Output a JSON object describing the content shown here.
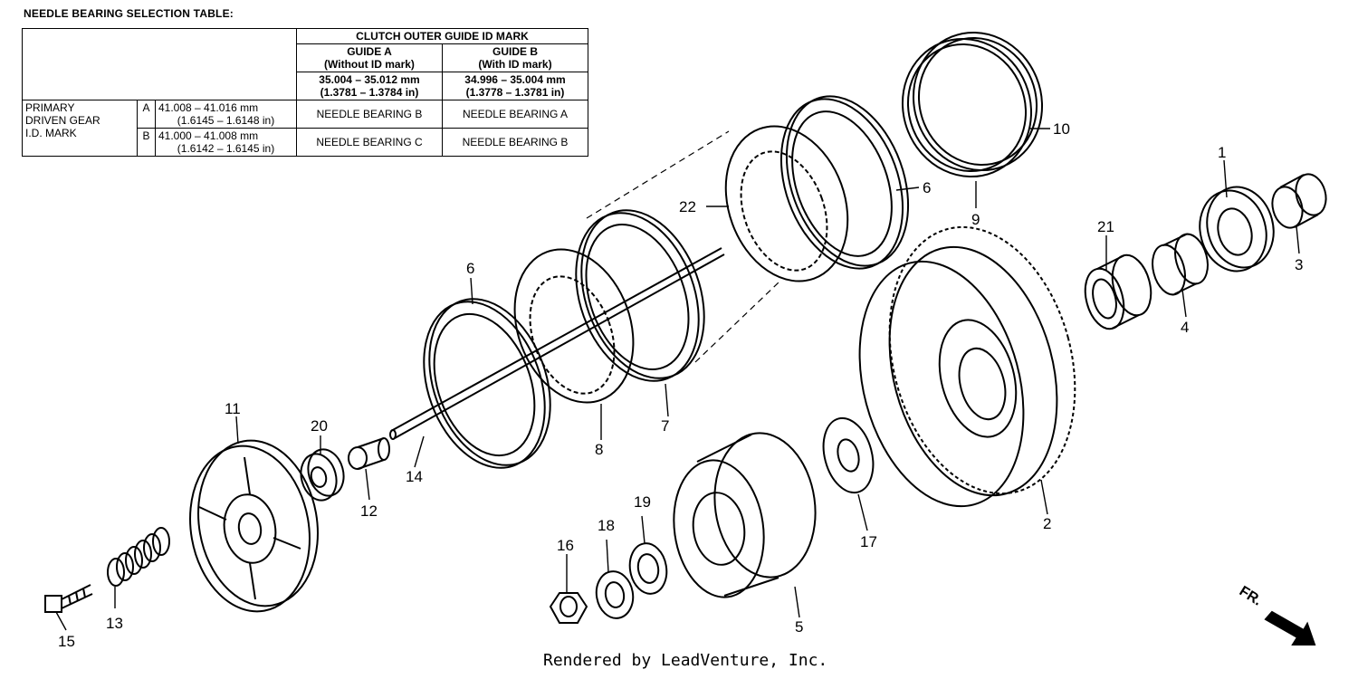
{
  "table": {
    "title": "NEEDLE BEARING SELECTION TABLE:",
    "header_main": "CLUTCH OUTER GUIDE ID MARK",
    "guide_a": {
      "name": "GUIDE A",
      "mark": "(Without ID mark)",
      "range_mm": "35.004 – 35.012 mm",
      "range_in": "(1.3781 – 1.3784 in)"
    },
    "guide_b": {
      "name": "GUIDE B",
      "mark": "(With ID mark)",
      "range_mm": "34.996 – 35.004 mm",
      "range_in": "(1.3778 – 1.3781 in)"
    },
    "row_label": [
      "PRIMARY",
      "DRIVEN GEAR",
      "I.D. MARK"
    ],
    "rows": [
      {
        "mark": "A",
        "range_mm": "41.008 – 41.016 mm",
        "range_in": "(1.6145 – 1.6148 in)",
        "guide_a": "NEEDLE BEARING B",
        "guide_b": "NEEDLE BEARING A"
      },
      {
        "mark": "B",
        "range_mm": "41.000 – 41.008 mm",
        "range_in": "(1.6142 – 1.6145 in)",
        "guide_a": "NEEDLE BEARING C",
        "guide_b": "NEEDLE BEARING B"
      }
    ]
  },
  "callouts": [
    "1",
    "2",
    "3",
    "4",
    "5",
    "6",
    "6",
    "7",
    "8",
    "9",
    "10",
    "11",
    "12",
    "13",
    "14",
    "15",
    "16",
    "17",
    "18",
    "19",
    "20",
    "21",
    "22"
  ],
  "direction_label": "FR.",
  "footer": "Rendered by LeadVenture, Inc."
}
